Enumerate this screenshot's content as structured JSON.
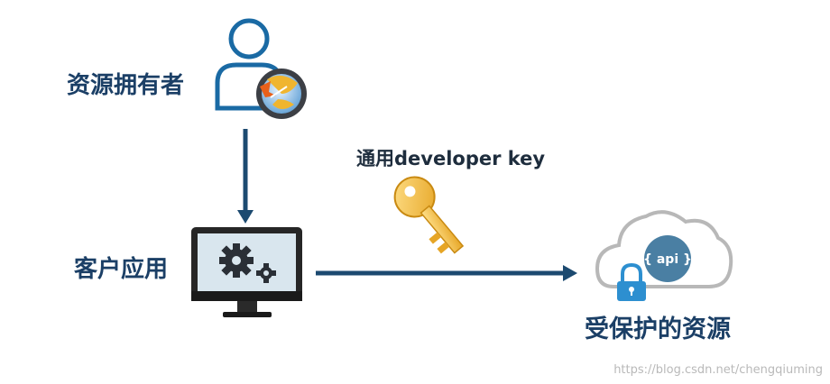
{
  "nodes": {
    "owner": {
      "label": "资源拥有者"
    },
    "client": {
      "label": "客户应用"
    },
    "resource": {
      "label": "受保护的资源",
      "api_badge": "{ api }"
    }
  },
  "key": {
    "label": "通用developer key"
  },
  "watermark": "https://blog.csdn.net/chengqiuming",
  "colors": {
    "text": "#1b3f66",
    "arrow": "#1c4a70",
    "accent": "#f2b33d"
  },
  "icons": [
    "user-icon",
    "browser-icon",
    "monitor-icon",
    "gear-icon",
    "key-icon",
    "cloud-icon",
    "lock-icon"
  ]
}
